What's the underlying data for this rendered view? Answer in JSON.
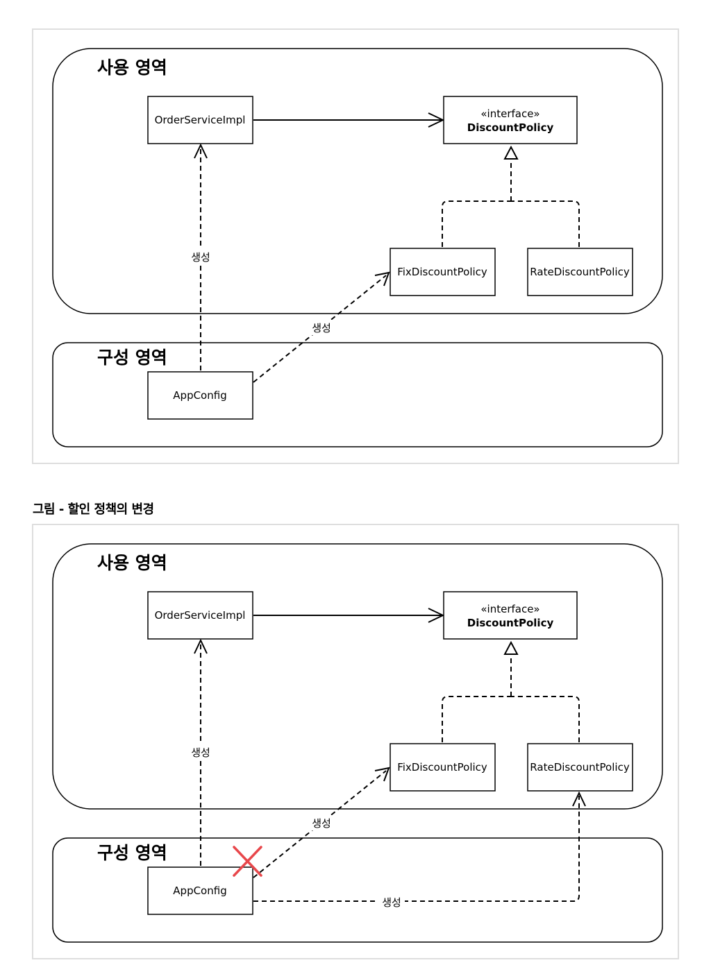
{
  "caption": "그림 - 할인 정책의 변경",
  "diagrams": [
    {
      "usage_region": "사용 영역",
      "config_region": "구성 영역",
      "order_service": "OrderServiceImpl",
      "discount_stereotype": "«interface»",
      "discount_policy": "DiscountPolicy",
      "fix_policy": "FixDiscountPolicy",
      "rate_policy": "RateDiscountPolicy",
      "app_config": "AppConfig",
      "create_label_order": "생성",
      "create_label_fix": "생성"
    },
    {
      "usage_region": "사용 영역",
      "config_region": "구성 영역",
      "order_service": "OrderServiceImpl",
      "discount_stereotype": "«interface»",
      "discount_policy": "DiscountPolicy",
      "fix_policy": "FixDiscountPolicy",
      "rate_policy": "RateDiscountPolicy",
      "app_config": "AppConfig",
      "create_label_order": "생성",
      "create_label_fix": "생성",
      "create_label_rate": "생성",
      "removed_mark_color": "#e8474b"
    }
  ]
}
